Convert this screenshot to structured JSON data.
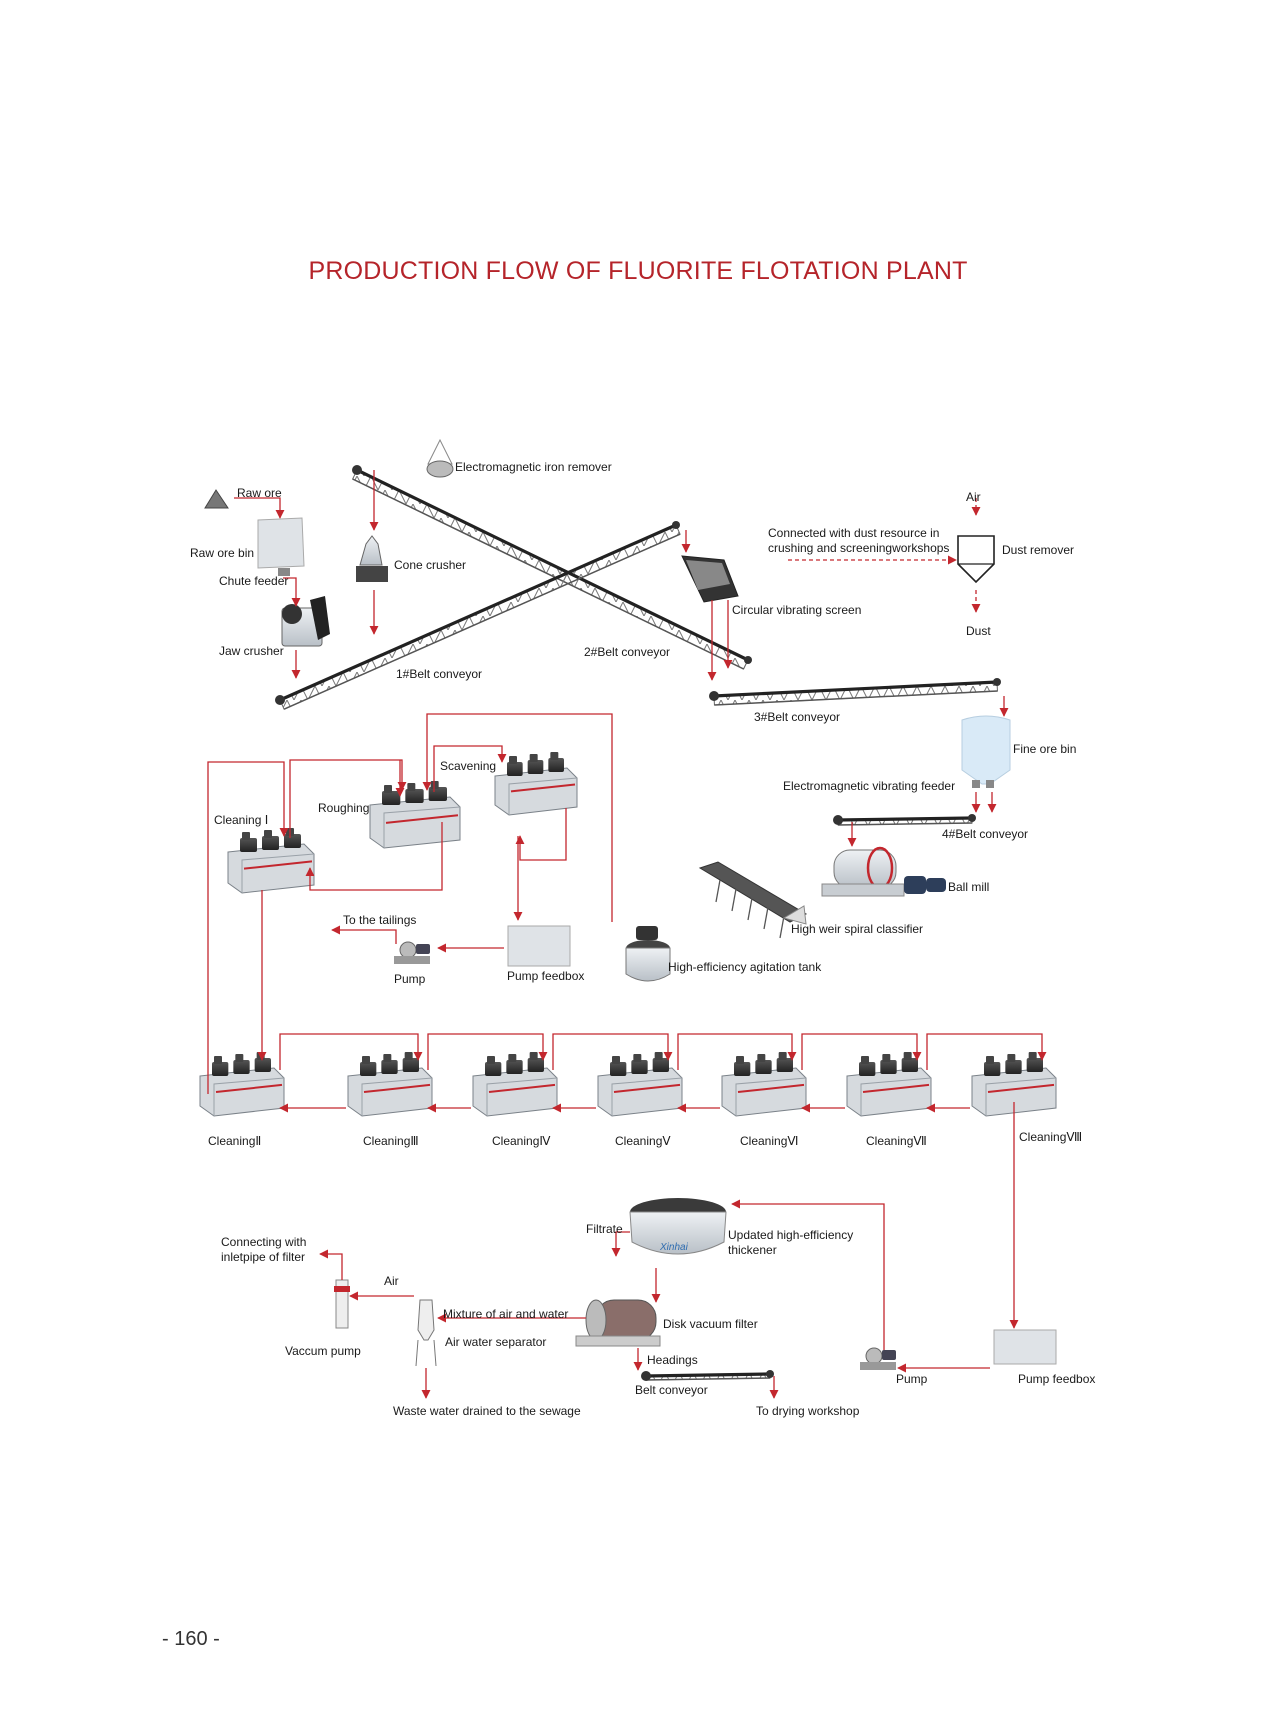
{
  "title": "PRODUCTION FLOW OF FLUORITE FLOTATION PLANT",
  "page_number": "- 160 -",
  "colors": {
    "title": "#b5242a",
    "flow_line": "#c3272e",
    "conveyor": "#222222",
    "machine_fill": "#d6dade",
    "bin_fill": "#dfe3e7",
    "fine_bin_fill": "#d9eaf7"
  },
  "labels": {
    "raw_ore": "Raw ore",
    "raw_ore_bin": "Raw ore bin",
    "chute_feeder": "Chute feeder",
    "jaw_crusher": "Jaw crusher",
    "electromagnetic_iron_remover": "Electromagnetic iron remover",
    "cone_crusher": "Cone crusher",
    "belt_conveyor_1": "1#Belt conveyor",
    "belt_conveyor_2": "2#Belt conveyor",
    "circular_vibrating_screen": "Circular vibrating screen",
    "dust_source": "Connected with dust resource in\ncrushing and screeningworkshops",
    "air_top": "Air",
    "dust_remover": "Dust remover",
    "dust": "Dust",
    "belt_conveyor_3": "3#Belt conveyor",
    "fine_ore_bin": "Fine ore bin",
    "electromagnetic_vibrating_feeder": "Electromagnetic vibrating feeder",
    "belt_conveyor_4": "4#Belt conveyor",
    "ball_mill": "Ball mill",
    "spiral_classifier": "High weir spiral classifier",
    "agitation_tank": "High-efficiency agitation tank",
    "scavening": "Scavening",
    "roughing": "Roughing",
    "cleaning_1": "Cleaning Ⅰ",
    "to_the_tailings": "To the tailings",
    "pump_1": "Pump",
    "pump_feedbox_1": "Pump feedbox",
    "cleaning_2": "CleaningⅡ",
    "cleaning_3": "CleaningⅢ",
    "cleaning_4": "CleaningⅣ",
    "cleaning_5": "CleaningⅤ",
    "cleaning_6": "CleaningⅥ",
    "cleaning_7": "CleaningⅦ",
    "cleaning_8": "CleaningⅧ",
    "filtrate": "Filtrate",
    "thickener": "Updated high-efficiency\nthickener",
    "connecting_filter": "Connecting with\ninletpipe of filter",
    "air_bottom": "Air",
    "mixture": "Mixture of air and water",
    "disk_vacuum_filter": "Disk vacuum filter",
    "air_water_separator": "Air water separator",
    "vaccum_pump": "Vaccum pump",
    "headings": "Headings",
    "belt_conveyor_5": "Belt conveyor",
    "pump_2": "Pump",
    "pump_feedbox_2": "Pump feedbox",
    "waste_water": "Waste water drained to the sewage",
    "to_drying": "To drying workshop",
    "thickener_brand": "Xinhai"
  }
}
